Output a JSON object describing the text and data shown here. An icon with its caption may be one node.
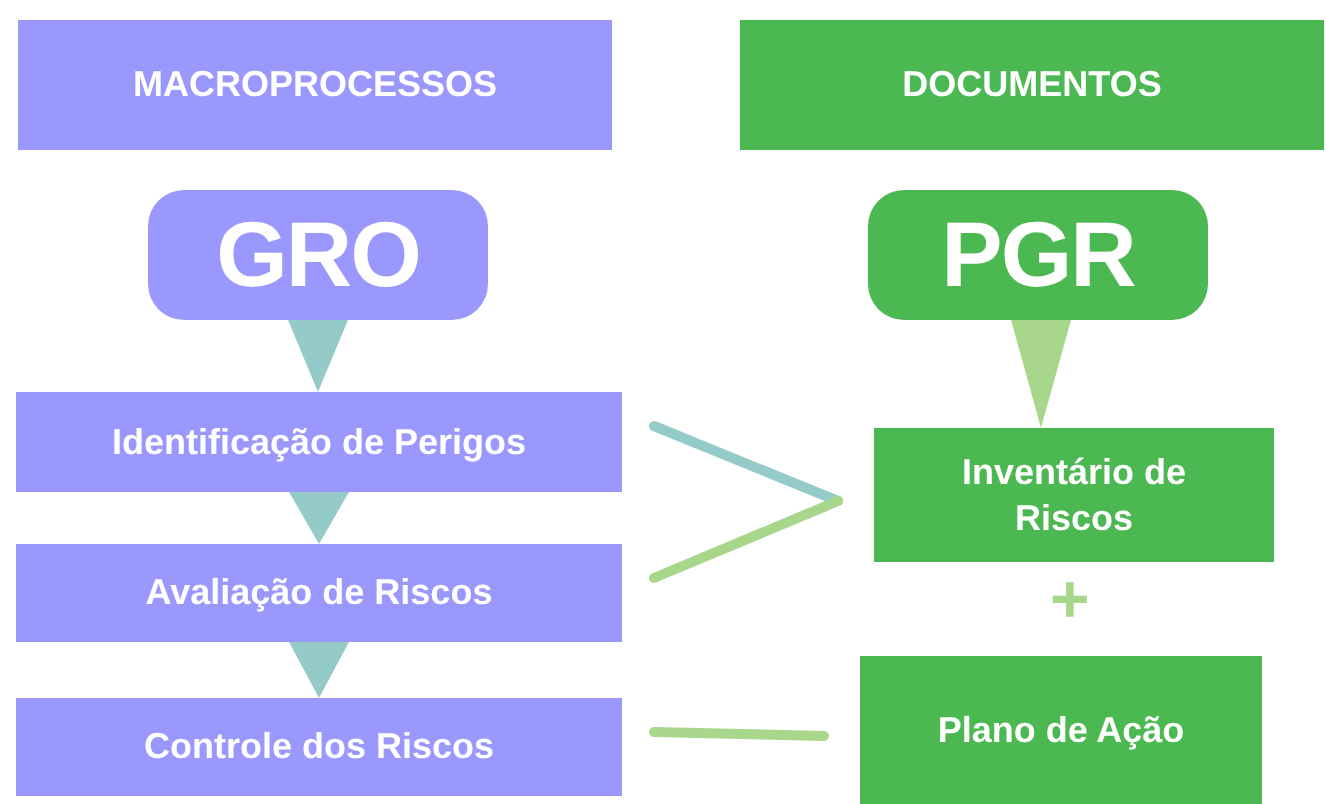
{
  "diagram": {
    "nodes": [
      {
        "text": [
          "MACROPROCESSOS"
        ]
      },
      {
        "text": [
          "DOCUMENTOS"
        ]
      },
      {
        "text": [
          "GRO"
        ]
      },
      {
        "text": [
          "PGR"
        ]
      },
      {
        "text": [
          "Identificação de Perigos"
        ]
      },
      {
        "text": [
          "Avaliação de Riscos"
        ]
      },
      {
        "text": [
          "Controle dos Riscos"
        ]
      },
      {
        "text": [
          "Inventário de Riscos"
        ]
      },
      {
        "text": [
          "Plano de Ação"
        ]
      }
    ],
    "edges": [
      {
        "from": 2,
        "to": 4,
        "arrow": "to"
      },
      {
        "from": 4,
        "to": 5,
        "arrow": "to"
      },
      {
        "from": 5,
        "to": 6,
        "arrow": "to"
      },
      {
        "from": 3,
        "to": 7,
        "arrow": "to",
        "color": "#a8d68b"
      },
      {
        "from": 4,
        "to": 7,
        "arrow": "none"
      },
      {
        "from": 5,
        "to": 7,
        "arrow": "none",
        "color": "#a8d68b"
      },
      {
        "from": 6,
        "to": 8,
        "arrow": "none",
        "color": "#a8d68b"
      }
    ],
    "labels": [
      "+"
    ]
  }
}
